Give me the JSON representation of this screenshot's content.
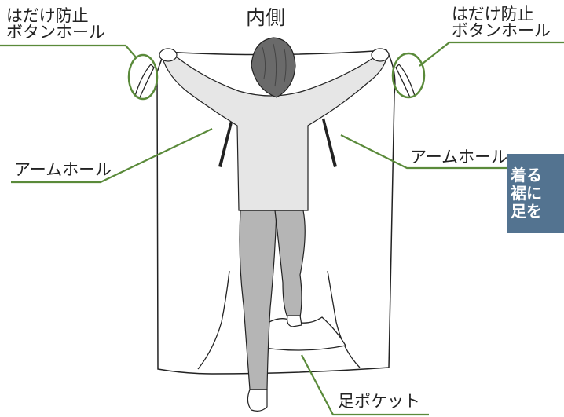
{
  "diagram": {
    "title": "内側",
    "button_hole_label": [
      "はだけ防止",
      "ボタンホール"
    ],
    "armhole_label": "アームホール",
    "foot_pocket_label": "足ポケット",
    "info_box": {
      "lines": [
        "着る",
        "裾に",
        "足を"
      ],
      "color": "#537390"
    },
    "callout_color": "#5a8a3a",
    "pants_color": "#b5b5b5",
    "sweater_color": "#e6e6e6",
    "hair_color": "#6a6a6a"
  }
}
